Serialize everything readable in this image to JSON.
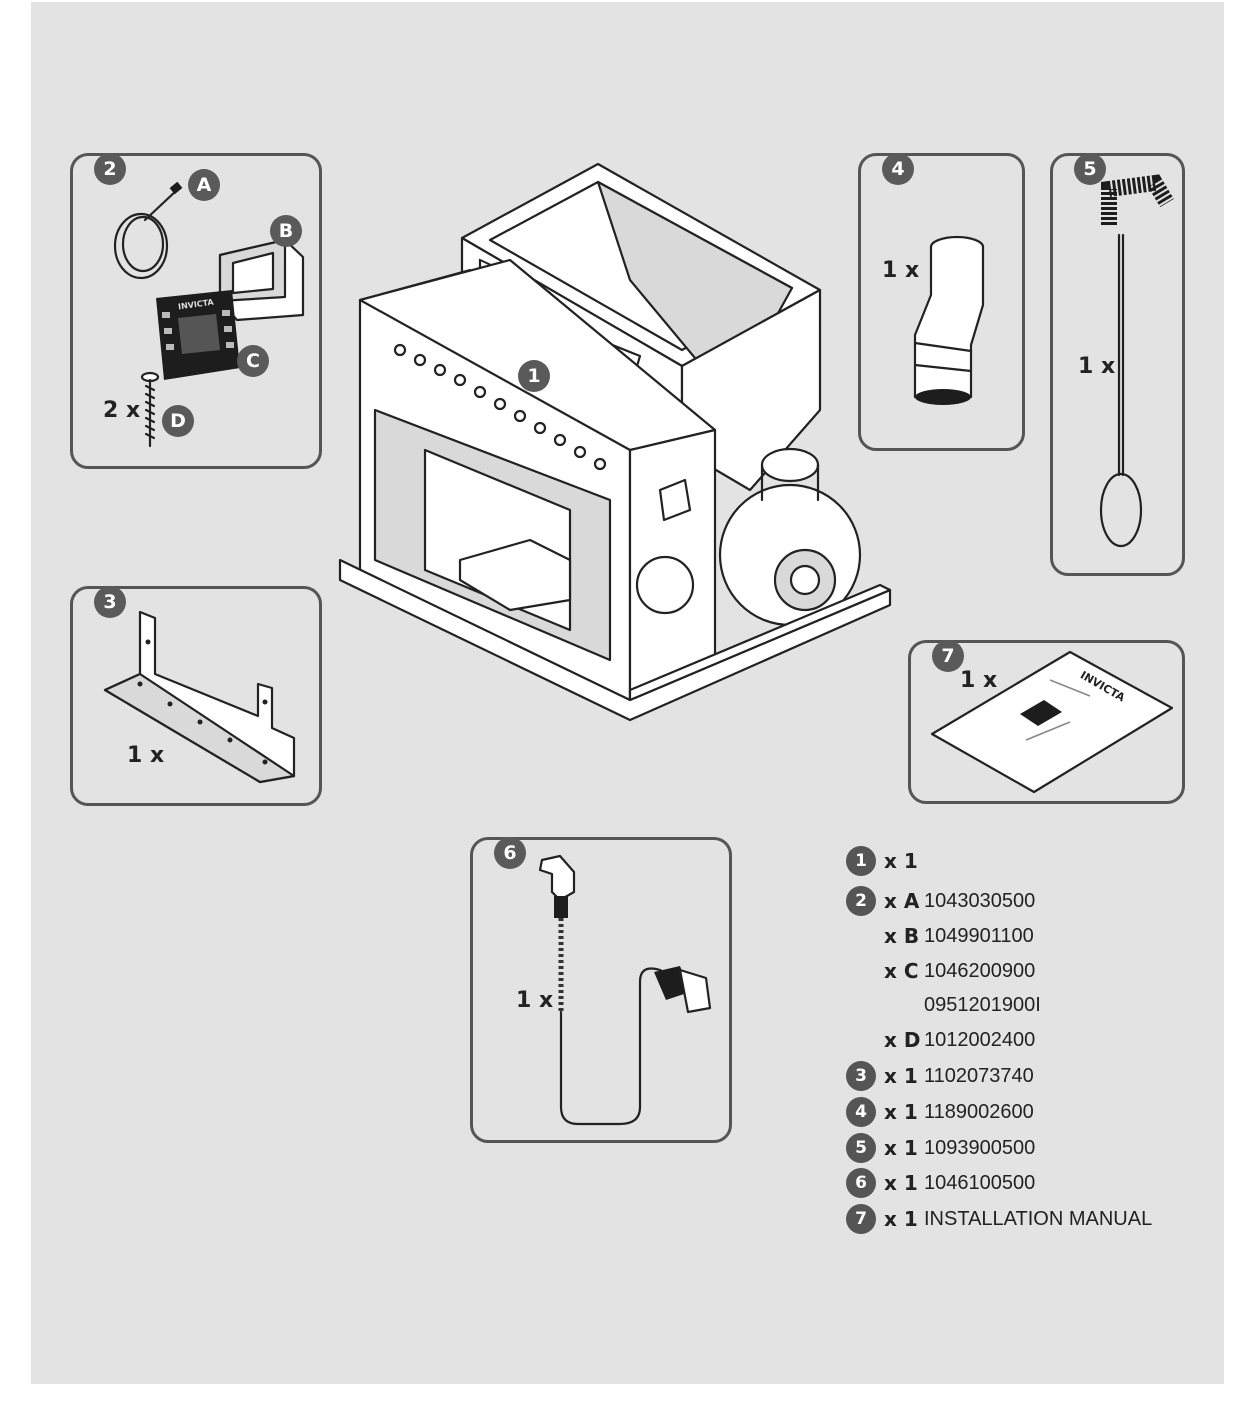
{
  "panels": {
    "main": {
      "badge": "1"
    },
    "kit": {
      "badge": "2",
      "qty_d": "2 x",
      "labels": {
        "a": "A",
        "b": "B",
        "c": "C",
        "d": "D"
      },
      "display_brand": "INVICTA"
    },
    "bracket": {
      "badge": "3",
      "qty": "1 x"
    },
    "pipe": {
      "badge": "4",
      "qty": "1 x"
    },
    "brush": {
      "badge": "5",
      "qty": "1 x"
    },
    "cable": {
      "badge": "6",
      "qty": "1 x"
    },
    "manual": {
      "badge": "7",
      "qty": "1 x",
      "brand": "INVICTA"
    }
  },
  "legend": [
    {
      "badge": "1",
      "qty": "x 1",
      "code": ""
    },
    {
      "badge": "2",
      "qty": "x A",
      "code": "1043030500"
    },
    {
      "badge": "",
      "qty": "x B",
      "code": "1049901100"
    },
    {
      "badge": "",
      "qty": "x C",
      "code": "1046200900"
    },
    {
      "badge": "",
      "qty": "",
      "code": "0951201900I"
    },
    {
      "badge": "",
      "qty": "x D",
      "code": "1012002400"
    },
    {
      "badge": "3",
      "qty": "x 1",
      "code": "1102073740"
    },
    {
      "badge": "4",
      "qty": "x 1",
      "code": "1189002600"
    },
    {
      "badge": "5",
      "qty": "x 1",
      "code": "1093900500"
    },
    {
      "badge": "6",
      "qty": "x 1",
      "code": "1046100500"
    },
    {
      "badge": "7",
      "qty": "x 1",
      "code": "INSTALLATION MANUAL"
    }
  ],
  "colors": {
    "background": "#e3e3e3",
    "badge": "#5a5a5a",
    "outline": "#222222"
  }
}
